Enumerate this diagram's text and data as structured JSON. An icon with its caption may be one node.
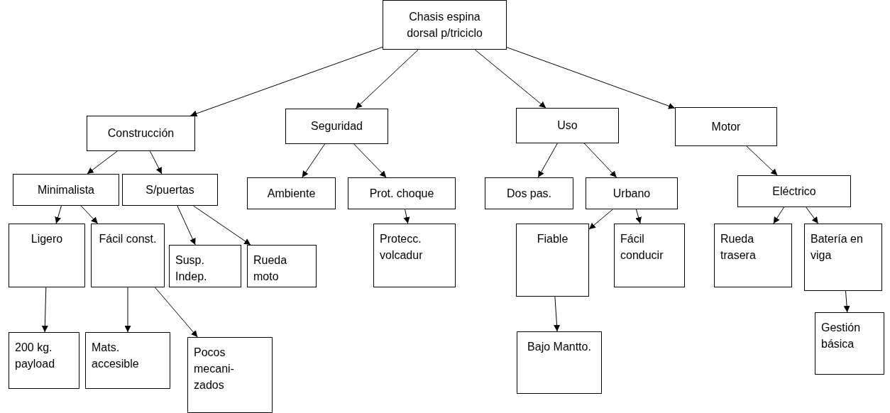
{
  "diagram": {
    "nodes": [
      {
        "text": [
          "Chasis espina dorsal p/triciclo"
        ]
      },
      {
        "text": [
          "Construcción"
        ]
      },
      {
        "text": [
          "Seguridad"
        ]
      },
      {
        "text": [
          "Uso"
        ]
      },
      {
        "text": [
          "Motor"
        ]
      },
      {
        "text": [
          "Minimalista"
        ]
      },
      {
        "text": [
          "S/puertas"
        ]
      },
      {
        "text": [
          "Ambiente"
        ]
      },
      {
        "text": [
          "Prot. choque"
        ]
      },
      {
        "text": [
          "Dos pas."
        ]
      },
      {
        "text": [
          "Urbano"
        ]
      },
      {
        "text": [
          "Eléctrico"
        ]
      },
      {
        "text": [
          "Ligero"
        ]
      },
      {
        "text": [
          "Fácil const."
        ]
      },
      {
        "text": [
          "Susp. Indep."
        ]
      },
      {
        "text": [
          "Rueda moto"
        ]
      },
      {
        "text": [
          "Protecc. volcadur"
        ]
      },
      {
        "text": [
          "Fiable"
        ]
      },
      {
        "text": [
          "Fácil conducir"
        ]
      },
      {
        "text": [
          "Rueda trasera"
        ]
      },
      {
        "text": [
          "Batería en viga"
        ]
      },
      {
        "text": [
          "200 kg. payload"
        ]
      },
      {
        "text": [
          "Mats. accesible"
        ]
      },
      {
        "text": [
          "Pocos mecani- zados"
        ]
      },
      {
        "text": [
          "Bajo Mantto."
        ]
      },
      {
        "text": [
          "Gestión básica"
        ]
      }
    ],
    "edges": [
      {
        "from": 0,
        "to": 1,
        "arrow": "to"
      },
      {
        "from": 0,
        "to": 2,
        "arrow": "to"
      },
      {
        "from": 0,
        "to": 3,
        "arrow": "to"
      },
      {
        "from": 0,
        "to": 4,
        "arrow": "to"
      },
      {
        "from": 1,
        "to": 5,
        "arrow": "to"
      },
      {
        "from": 1,
        "to": 6,
        "arrow": "to"
      },
      {
        "from": 2,
        "to": 7,
        "arrow": "to"
      },
      {
        "from": 2,
        "to": 8,
        "arrow": "to"
      },
      {
        "from": 3,
        "to": 9,
        "arrow": "to"
      },
      {
        "from": 3,
        "to": 10,
        "arrow": "to"
      },
      {
        "from": 4,
        "to": 11,
        "arrow": "to"
      },
      {
        "from": 5,
        "to": 12,
        "arrow": "to"
      },
      {
        "from": 5,
        "to": 13,
        "arrow": "to"
      },
      {
        "from": 6,
        "to": 14,
        "arrow": "to"
      },
      {
        "from": 6,
        "to": 15,
        "arrow": "to"
      },
      {
        "from": 8,
        "to": 16,
        "arrow": "to"
      },
      {
        "from": 10,
        "to": 17,
        "arrow": "to"
      },
      {
        "from": 10,
        "to": 18,
        "arrow": "to"
      },
      {
        "from": 11,
        "to": 19,
        "arrow": "to"
      },
      {
        "from": 11,
        "to": 20,
        "arrow": "to"
      },
      {
        "from": 12,
        "to": 21,
        "arrow": "to"
      },
      {
        "from": 13,
        "to": 22,
        "arrow": "to"
      },
      {
        "from": 13,
        "to": 23,
        "arrow": "to"
      },
      {
        "from": 17,
        "to": 24,
        "arrow": "to"
      },
      {
        "from": 20,
        "to": 25,
        "arrow": "to"
      }
    ]
  }
}
